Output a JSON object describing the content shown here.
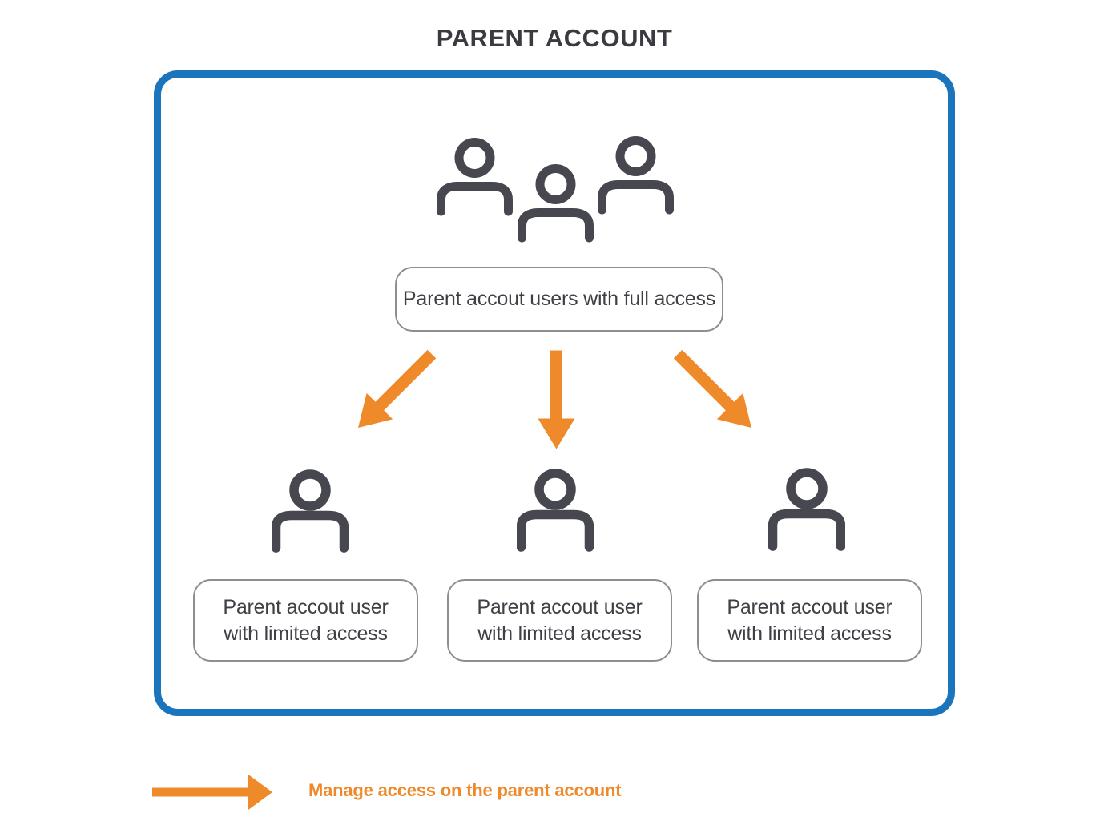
{
  "title": "PARENT ACCOUNT",
  "parent_box": {
    "full_access_node": {
      "icon": "users-group-icon",
      "label": "Parent accout users with full access"
    },
    "arrows": [
      "down-left-arrow-icon",
      "down-arrow-icon",
      "down-right-arrow-icon"
    ],
    "limited_access_nodes": [
      {
        "icon": "user-icon",
        "line1": "Parent accout user",
        "line2": "with limited access"
      },
      {
        "icon": "user-icon",
        "line1": "Parent accout user",
        "line2": "with limited access"
      },
      {
        "icon": "user-icon",
        "line1": "Parent accout user",
        "line2": "with limited access"
      }
    ]
  },
  "legend": {
    "icon": "right-arrow-icon",
    "label": "Manage access on the parent account"
  },
  "colors": {
    "frame_blue": "#1b75bc",
    "arrow_orange": "#ee8a2c",
    "icon_gray": "#47474f",
    "node_border_gray": "#8b8e93",
    "node_text": "#3e4045",
    "title_text": "#3a3b41"
  }
}
